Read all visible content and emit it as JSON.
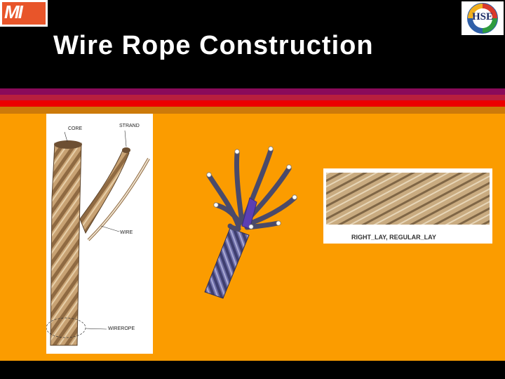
{
  "slide": {
    "title": "Wire Rope Construction"
  },
  "logos": {
    "left_text": "MI",
    "right_text": "HSE"
  },
  "diagram": {
    "labels": {
      "core": "CORE",
      "strand": "STRAND",
      "wire": "WIRE",
      "wirerope": "WIREROPE"
    }
  },
  "lay_figure": {
    "caption": "RIGHT_LAY, REGULAR_LAY"
  },
  "colors": {
    "background": "#fb9c00",
    "header": "#000000",
    "stripe_1": "#8a0a5a",
    "stripe_2": "#b81e3e",
    "stripe_3": "#ec0000",
    "stripe_4": "#cc7a0a"
  }
}
